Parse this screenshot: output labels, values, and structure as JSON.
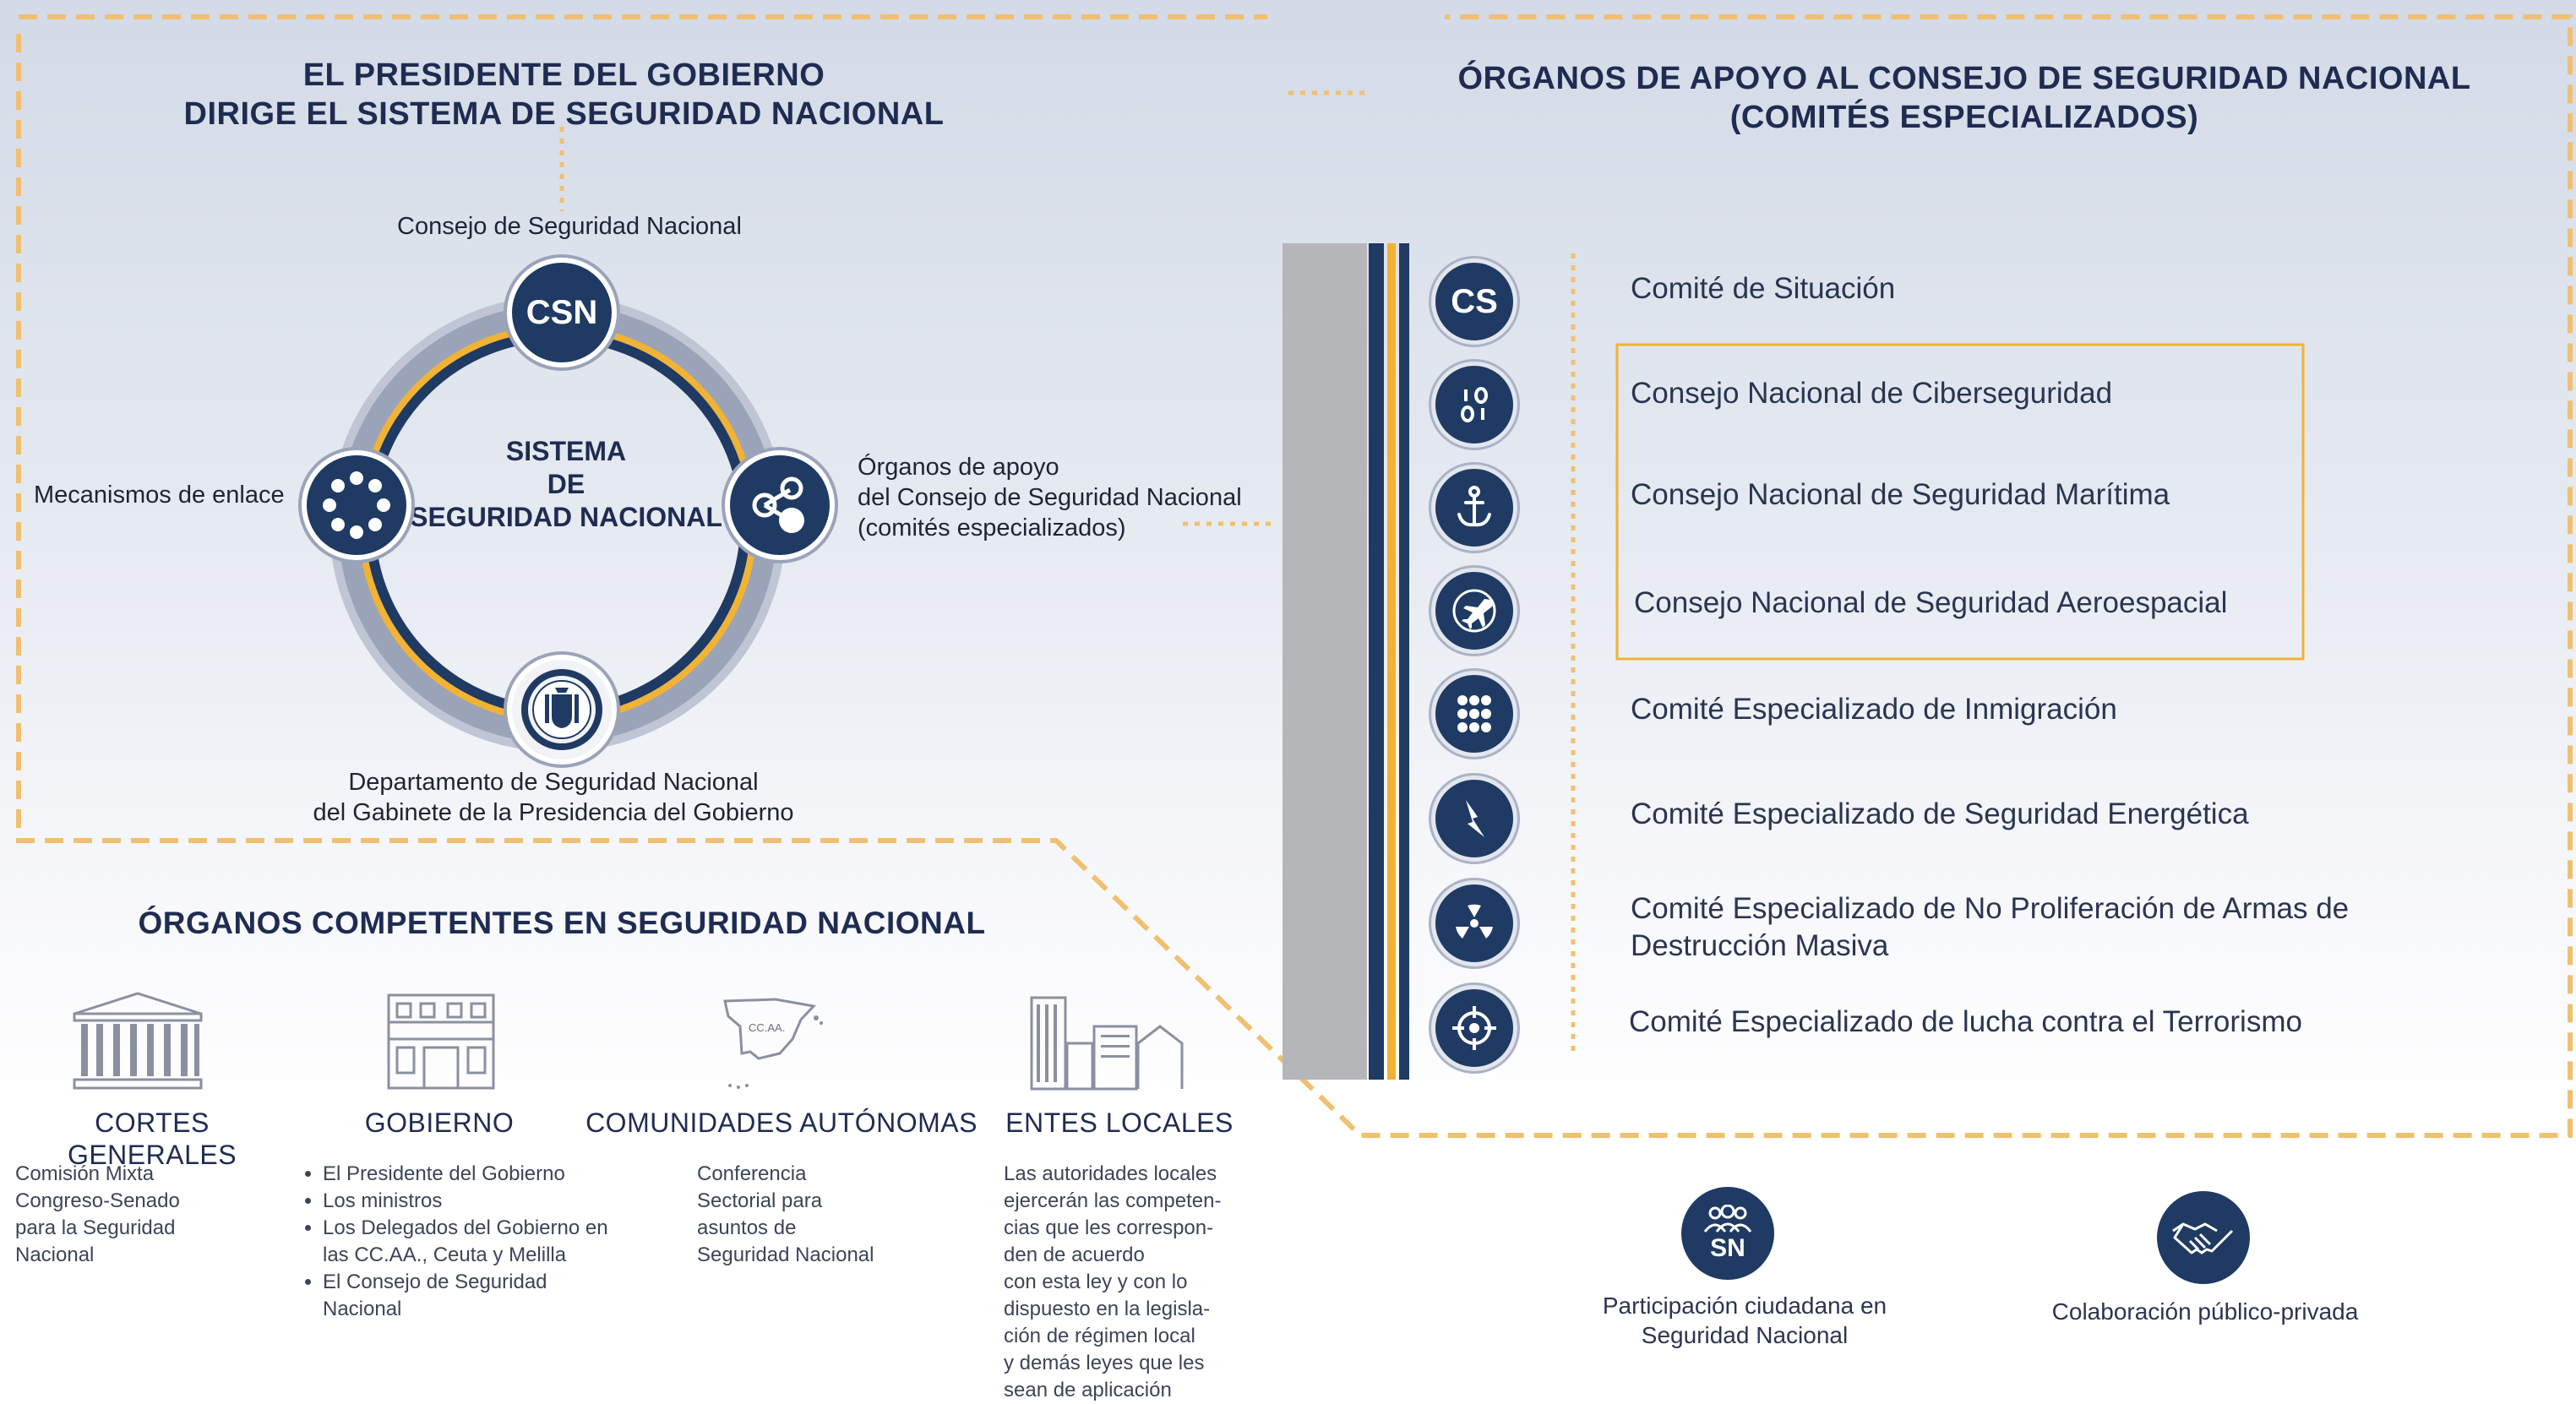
{
  "top_left": {
    "heading_line1": "EL PRESIDENTE DEL GOBIERNO",
    "heading_line2": "DIRIGE EL SISTEMA DE SEGURIDAD NACIONAL",
    "csn_label": "Consejo de Seguridad Nacional",
    "csn_abbr": "CSN",
    "ring_center_line1": "SISTEMA",
    "ring_center_line2": "DE",
    "ring_center_line3": "SEGURIDAD NACIONAL",
    "links_label": "Mecanismos de enlace",
    "support_line1": "Órganos de apoyo",
    "support_line2": "del Consejo de Seguridad Nacional",
    "support_line3": "(comités especializados)",
    "dsn_line1": "Departamento de Seguridad Nacional",
    "dsn_line2": "del Gabinete de la Presidencia del Gobierno"
  },
  "top_right": {
    "heading_line1": "ÓRGANOS DE APOYO AL CONSEJO DE SEGURIDAD NACIONAL",
    "heading_line2": "(COMITÉS ESPECIALIZADOS)",
    "committees": [
      {
        "icon": "cs-icon",
        "abbr": "CS",
        "label": "Comité de Situación"
      },
      {
        "icon": "binary-icon",
        "label": "Consejo Nacional de Ciberseguridad"
      },
      {
        "icon": "anchor-icon",
        "label": "Consejo Nacional de Seguridad Marítima"
      },
      {
        "icon": "airplane-icon",
        "label": "Consejo Nacional de Seguridad Aeroespacial"
      },
      {
        "icon": "people-dots-icon",
        "label": "Comité Especializado de Inmigración"
      },
      {
        "icon": "lightning-icon",
        "label": "Comité Especializado de Seguridad Energética"
      },
      {
        "icon": "radiation-icon",
        "label_line1": "Comité Especializado de No Proliferación de Armas de",
        "label_line2": "Destrucción Masiva"
      },
      {
        "icon": "target-icon",
        "label": "Comité Especializado de lucha contra el Terrorismo"
      }
    ]
  },
  "bottom_left": {
    "heading": "ÓRGANOS COMPETENTES EN SEGURIDAD NACIONAL",
    "organs": [
      {
        "icon": "parliament-icon",
        "name": "CORTES GENERALES",
        "lines": [
          "Comisión Mixta",
          "Congreso-Senado",
          "para la Seguridad",
          "Nacional"
        ]
      },
      {
        "icon": "government-building-icon",
        "name": "GOBIERNO",
        "bullets": [
          "El Presidente del Gobierno",
          "Los ministros",
          "Los Delegados del Gobierno en las CC.AA., Ceuta y Melilla",
          "El Consejo de Seguridad Nacional"
        ]
      },
      {
        "icon": "spain-map-icon",
        "map_label": "CC.AA.",
        "name": "COMUNIDADES AUTÓNOMAS",
        "lines": [
          "Conferencia",
          "Sectorial para",
          "asuntos de",
          "Seguridad Nacional"
        ]
      },
      {
        "icon": "city-icon",
        "name": "ENTES LOCALES",
        "lines": [
          "Las autoridades locales",
          "ejercerán las competen-",
          "cias que les correspon-",
          "den de acuerdo",
          "con esta ley y con lo",
          "dispuesto en la legisla-",
          "ción de régimen local",
          "y demás leyes que les",
          "sean de aplicación"
        ]
      }
    ]
  },
  "bottom_right": {
    "participation_abbr": "SN",
    "participation_line1": "Participación ciudadana en",
    "participation_line2": "Seguridad Nacional",
    "collab_label": "Colaboración público-privada"
  },
  "colors": {
    "navy": "#1f3a63",
    "orange": "#f2b233",
    "grey": "#9aa3b8",
    "dash": "#f0c070"
  }
}
